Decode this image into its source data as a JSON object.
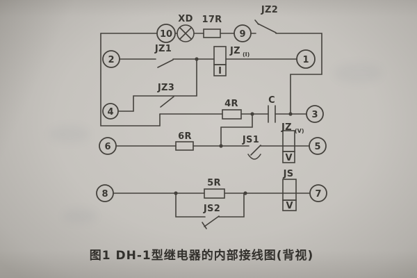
{
  "caption": "图1 DH-1型继电器的内部接线图(背视)",
  "terminals": {
    "t1": "1",
    "t2": "2",
    "t3": "3",
    "t4": "4",
    "t5": "5",
    "t6": "6",
    "t7": "7",
    "t8": "8",
    "t9": "9",
    "t10": "10"
  },
  "labels": {
    "lamp": "XD",
    "r17": "17R",
    "jz2": "JZ2",
    "jz1": "JZ1",
    "jz_i": "JZ",
    "jz_i_sub": "(I)",
    "jz3": "JZ3",
    "r4": "4R",
    "cap": "C",
    "r6": "6R",
    "js1": "JS1",
    "jz_v": "JZ",
    "jz_v_sub": "(V)",
    "r5": "5R",
    "js2": "JS2",
    "js": "JS",
    "core_i": "I",
    "core_v1": "V",
    "core_v2": "V"
  },
  "colors": {
    "ink": "#44413c",
    "paper_center": "#cecbc6",
    "paper_edge": "#aca8a2"
  }
}
